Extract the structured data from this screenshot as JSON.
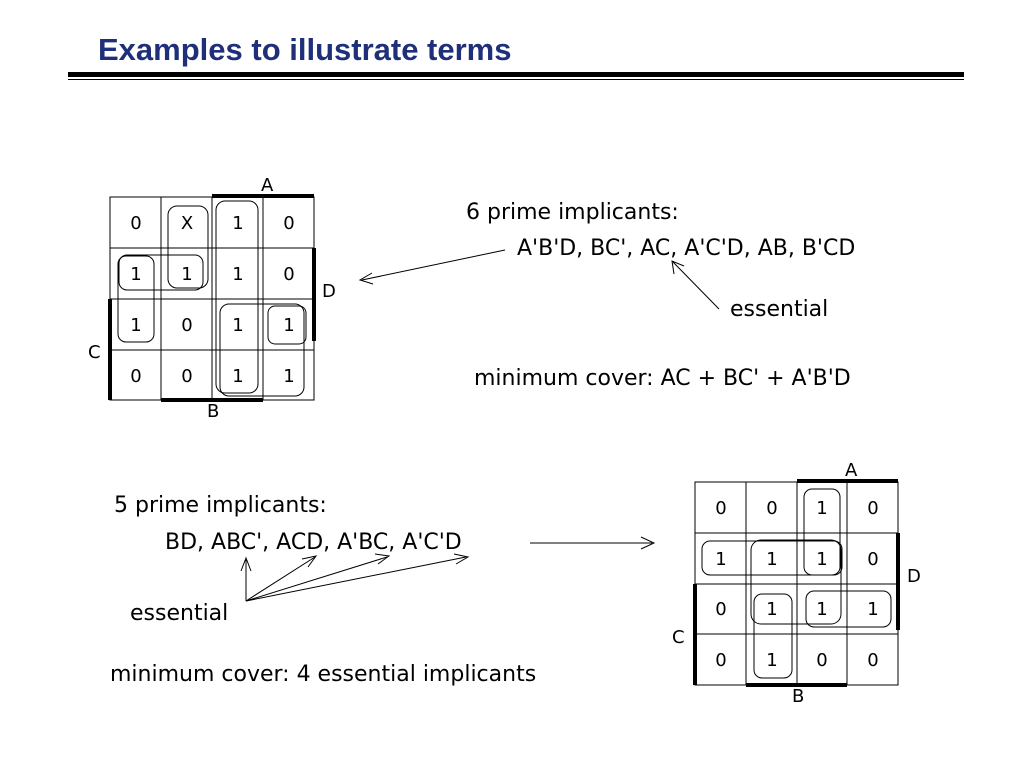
{
  "slide": {
    "title": "Examples to illustrate terms"
  },
  "example1": {
    "kmap": {
      "cells": [
        [
          "0",
          "X",
          "1",
          "0"
        ],
        [
          "1",
          "1",
          "1",
          "0"
        ],
        [
          "1",
          "0",
          "1",
          "1"
        ],
        [
          "0",
          "0",
          "1",
          "1"
        ]
      ],
      "var_labels": {
        "A": "A",
        "B": "B",
        "C": "C",
        "D": "D"
      }
    },
    "heading": "6 prime implicants:",
    "implicants": "A'B'D, BC', AC, A'C'D, AB, B'CD",
    "essential_label": "essential",
    "minimum_cover": "minimum cover: AC + BC' + A'B'D"
  },
  "example2": {
    "kmap": {
      "cells": [
        [
          "0",
          "0",
          "1",
          "0"
        ],
        [
          "1",
          "1",
          "1",
          "0"
        ],
        [
          "0",
          "1",
          "1",
          "1"
        ],
        [
          "0",
          "1",
          "0",
          "0"
        ]
      ],
      "var_labels": {
        "A": "A",
        "B": "B",
        "C": "C",
        "D": "D"
      }
    },
    "heading": "5 prime implicants:",
    "implicants": "BD, ABC', ACD, A'BC, A'C'D",
    "essential_label": "essential",
    "minimum_cover": "minimum cover: 4 essential implicants"
  }
}
